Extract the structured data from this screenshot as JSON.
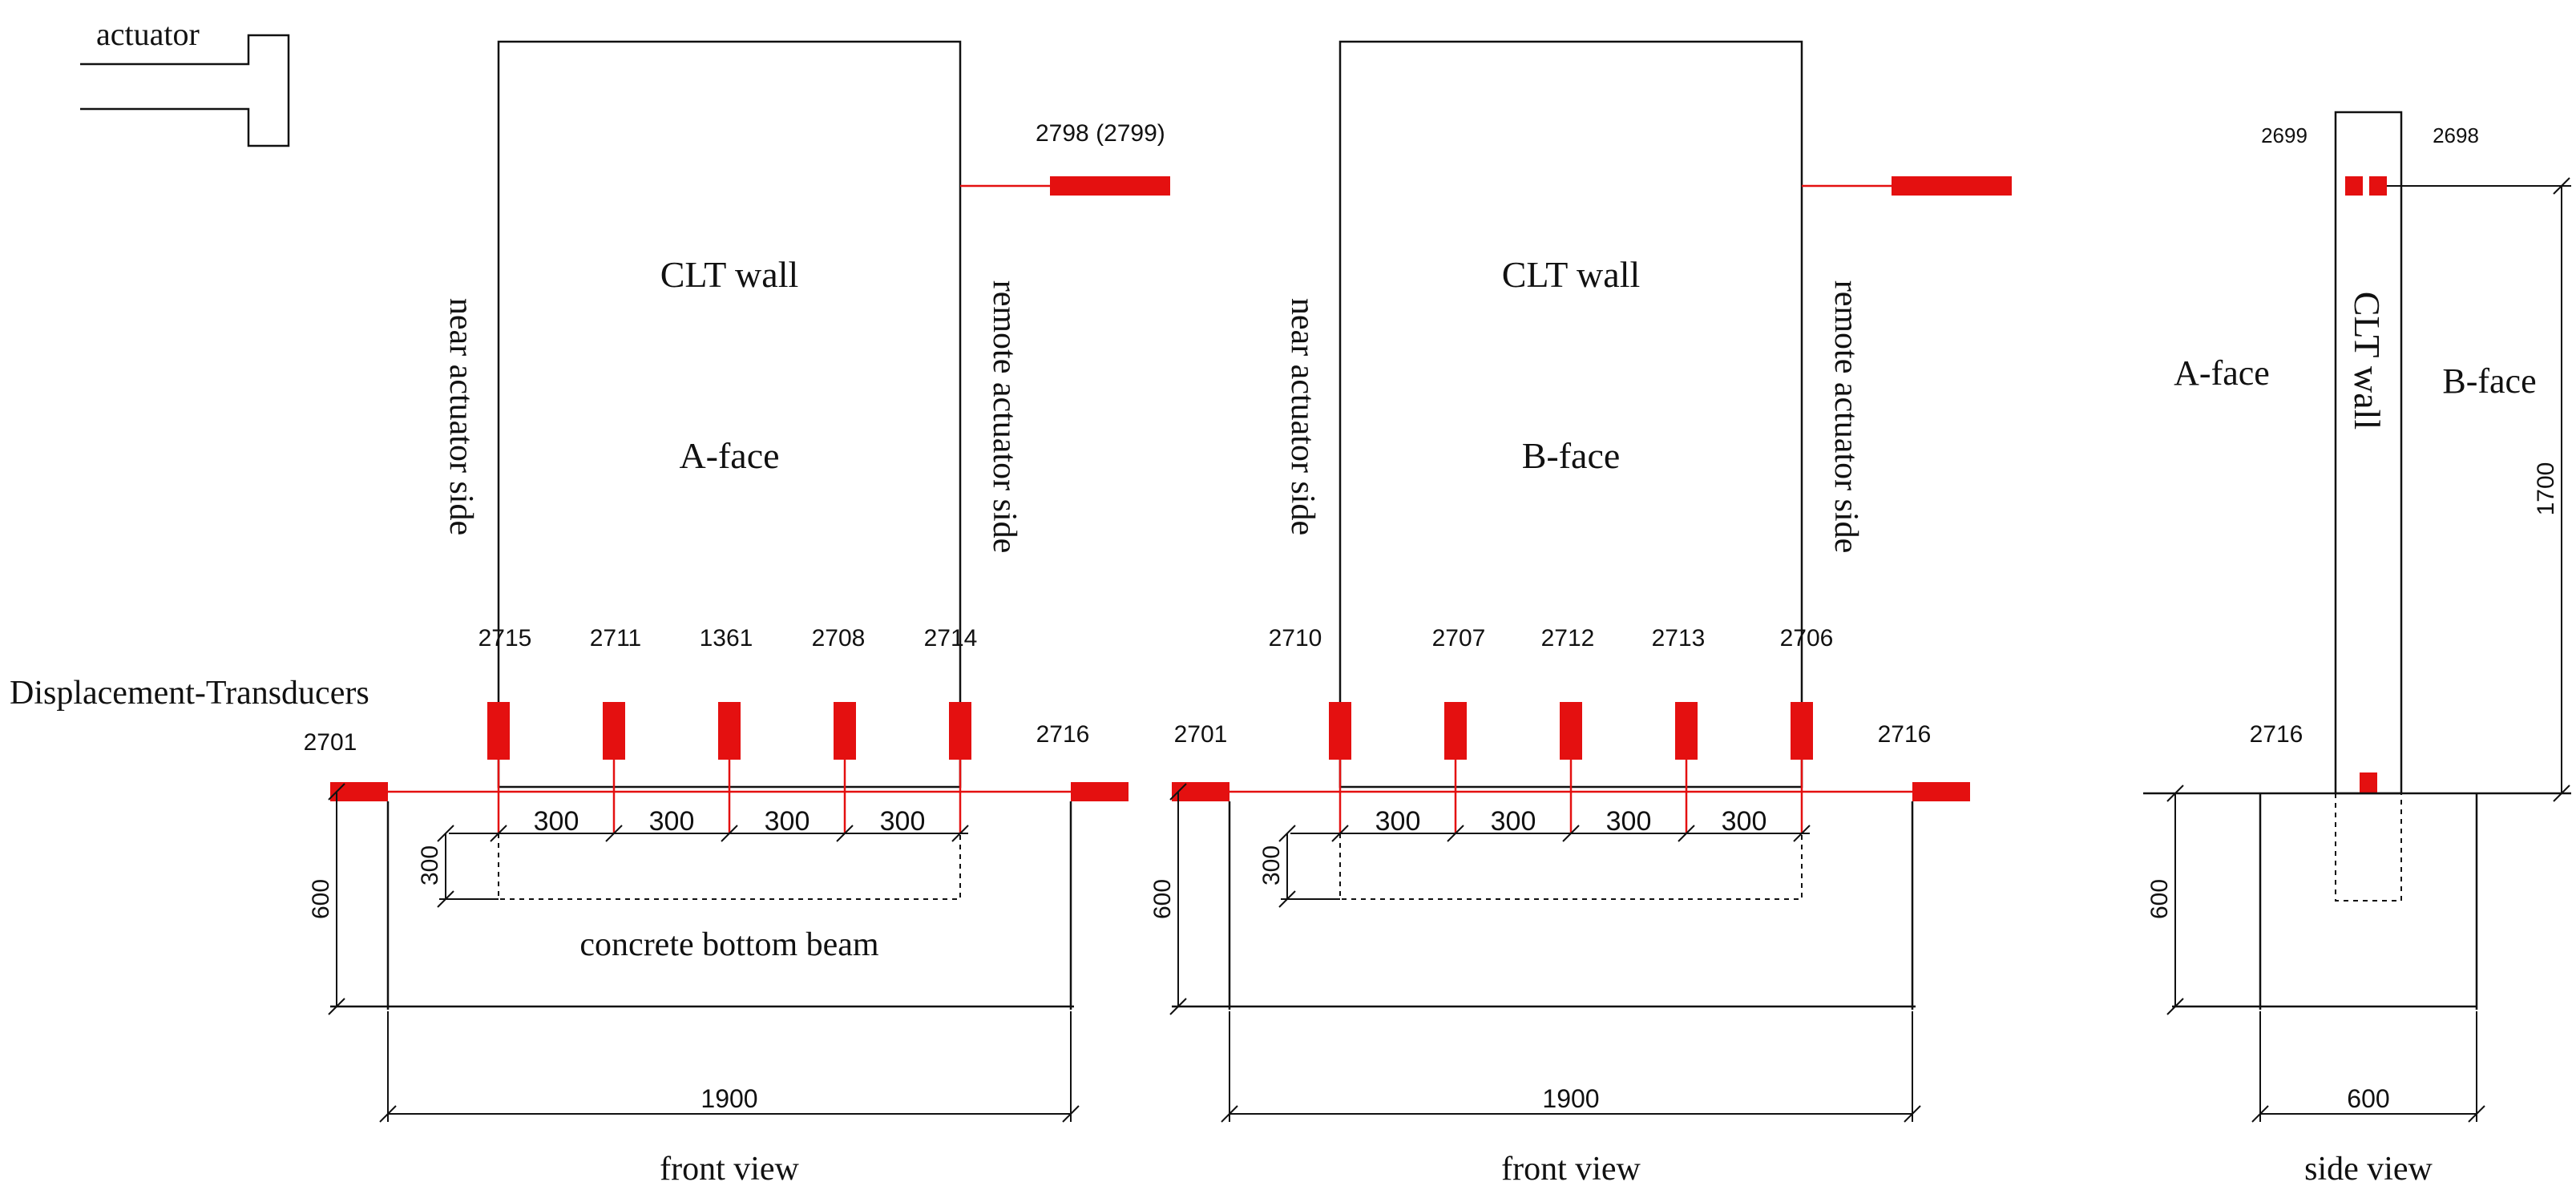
{
  "labels": {
    "actuator": "actuator",
    "clt_wall": "CLT wall",
    "a_face": "A-face",
    "b_face": "B-face",
    "near_actuator_side": "near actuator side",
    "remote_actuator_side": "remote actuator side",
    "displacement_transducers": "Displacement-Transducers",
    "concrete_bottom_beam": "concrete bottom beam",
    "front_view": "front view",
    "side_view": "side view"
  },
  "front_view_a": {
    "top_transducer": "2798 (2799)",
    "base_left": "2701",
    "base_right": "2716",
    "sensors": [
      "2715",
      "2711",
      "1361",
      "2708",
      "2714"
    ],
    "spacing": [
      "300",
      "300",
      "300",
      "300"
    ],
    "embed_depth": "300",
    "beam_height": "600",
    "beam_width": "1900"
  },
  "front_view_b": {
    "base_left": "2701",
    "base_right": "2716",
    "sensors": [
      "2710",
      "2707",
      "2712",
      "2713",
      "2706"
    ],
    "spacing": [
      "300",
      "300",
      "300",
      "300"
    ],
    "embed_depth": "300",
    "beam_height": "600",
    "beam_width": "1900"
  },
  "side_view": {
    "top_left": "2699",
    "top_right": "2698",
    "bottom": "2716",
    "height": "1700",
    "beam_height": "600",
    "beam_width": "600"
  },
  "colors": {
    "transducer": "#e41010",
    "line": "#111111"
  }
}
